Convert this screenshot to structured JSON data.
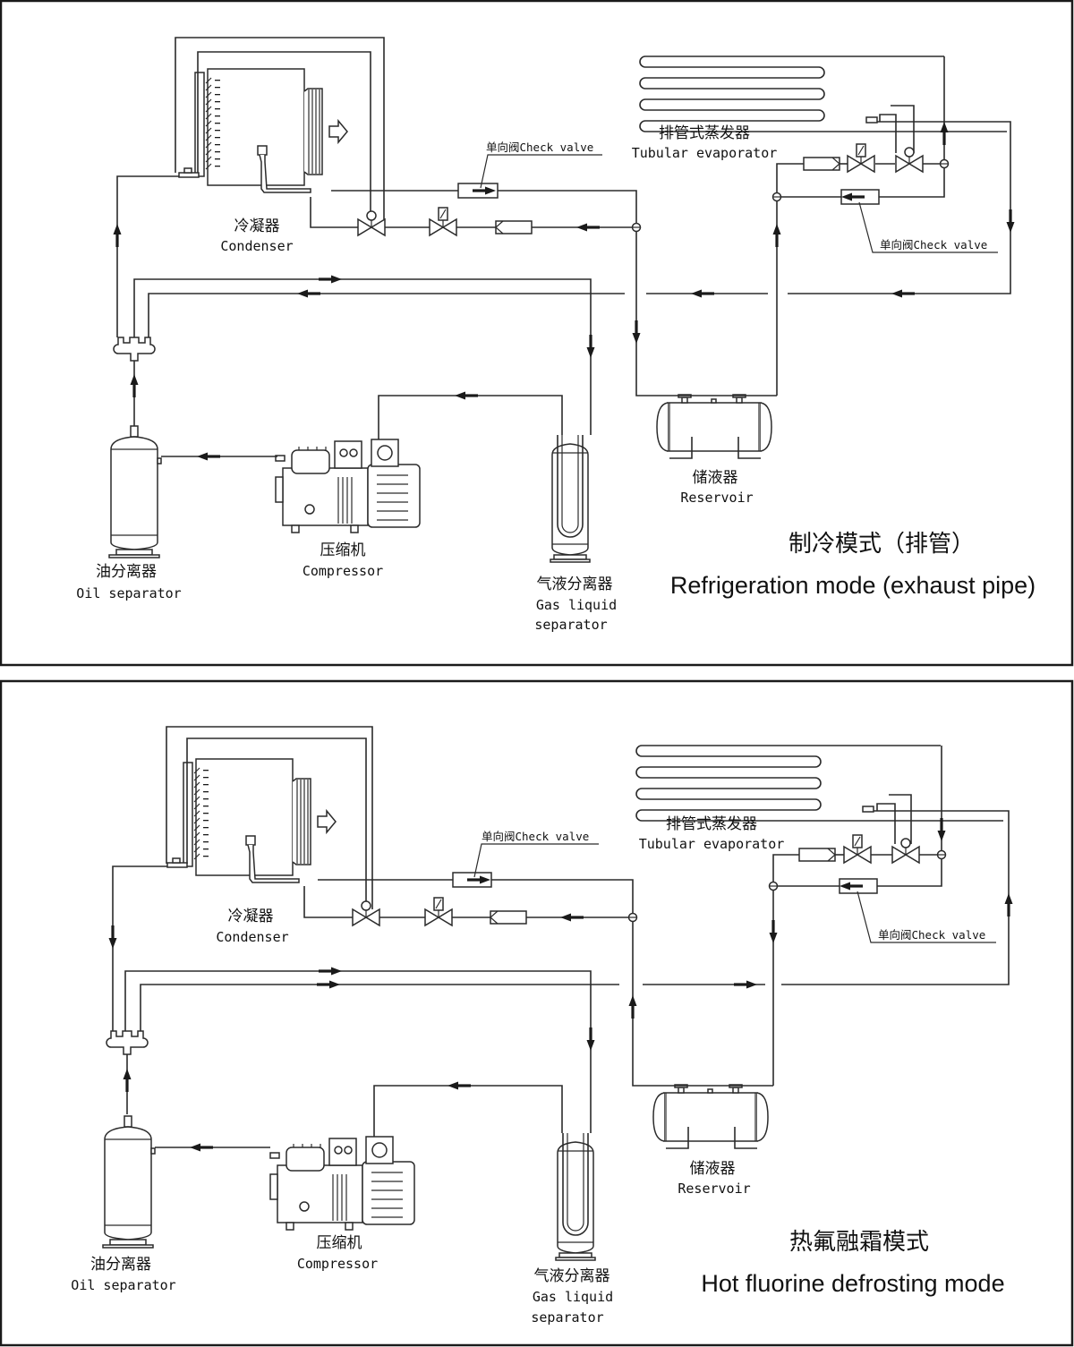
{
  "panels": [
    {
      "id": "refrigeration",
      "title_cn": "制冷模式（排管）",
      "title_en": "Refrigeration mode (exhaust pipe)",
      "labels": {
        "condenser_cn": "冷凝器",
        "condenser_en": "Condenser",
        "evaporator_cn": "排管式蒸发器",
        "evaporator_en": "Tubular evaporator",
        "check_valve_1": "单向阀Check valve",
        "check_valve_2": "单向阀Check valve",
        "reservoir_cn": "储液器",
        "reservoir_en": "Reservoir",
        "oil_sep_cn": "油分离器",
        "oil_sep_en": "Oil separator",
        "compressor_cn": "压缩机",
        "compressor_en": "Compressor",
        "gas_liquid_cn": "气液分离器",
        "gas_liquid_en_1": "Gas liquid",
        "gas_liquid_en_2": "separator"
      }
    },
    {
      "id": "defrost",
      "title_cn": "热氟融霜模式",
      "title_en": "Hot fluorine defrosting mode",
      "labels": {
        "condenser_cn": "冷凝器",
        "condenser_en": "Condenser",
        "evaporator_cn": "排管式蒸发器",
        "evaporator_en": "Tubular evaporator",
        "check_valve_1": "单向阀Check valve",
        "check_valve_2": "单向阀Check valve",
        "reservoir_cn": "储液器",
        "reservoir_en": "Reservoir",
        "oil_sep_cn": "油分离器",
        "oil_sep_en": "Oil separator",
        "compressor_cn": "压缩机",
        "compressor_en": "Compressor",
        "gas_liquid_cn": "气液分离器",
        "gas_liquid_en_1": "Gas liquid",
        "gas_liquid_en_2": "separator"
      }
    }
  ]
}
